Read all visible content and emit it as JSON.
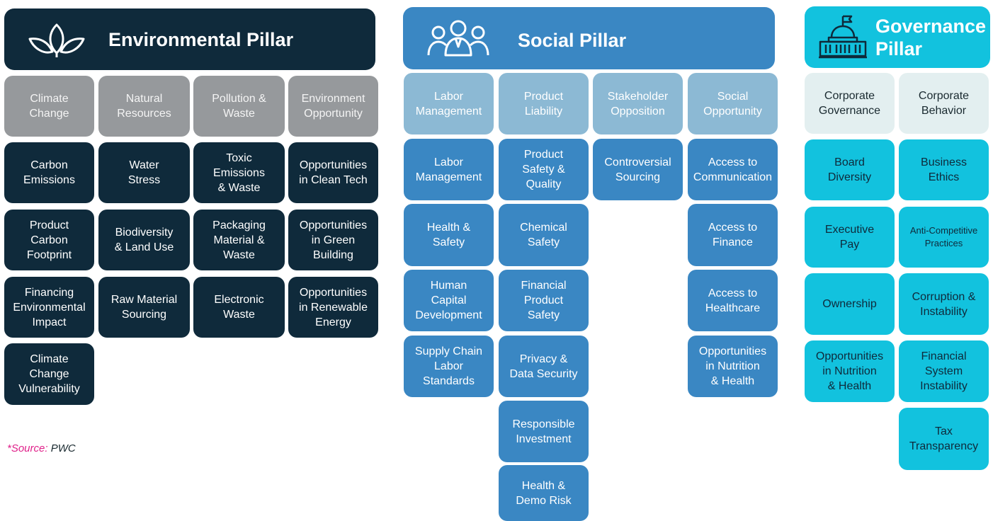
{
  "environmental": {
    "title": "Environmental Pillar",
    "icon": "leaf-icon",
    "color": "#0f2a3b",
    "columns": [
      {
        "category": "Climate\nChange",
        "items": [
          "Carbon\nEmissions",
          "Product\nCarbon\nFootprint",
          "Financing\nEnvironmental\nImpact",
          "Climate\nChange\nVulnerability"
        ]
      },
      {
        "category": "Natural\nResources",
        "items": [
          "Water\nStress",
          "Biodiversity\n& Land Use",
          "Raw Material\nSourcing"
        ]
      },
      {
        "category": "Pollution &\nWaste",
        "items": [
          "Toxic\nEmissions\n& Waste",
          "Packaging\nMaterial &\nWaste",
          "Electronic\nWaste"
        ]
      },
      {
        "category": "Environment\nOpportunity",
        "items": [
          "Opportunities\nin Clean Tech",
          "Opportunities\nin Green\nBuilding",
          "Opportunities\nin Renewable\nEnergy"
        ]
      }
    ]
  },
  "social": {
    "title": "Social Pillar",
    "icon": "people-icon",
    "color": "#3a87c3",
    "columns": [
      {
        "category": "Labor\nManagement",
        "items": [
          "Labor\nManagement",
          "Health &\nSafety",
          "Human\nCapital\nDevelopment",
          "Supply Chain\nLabor\nStandards"
        ]
      },
      {
        "category": "Product\nLiability",
        "items": [
          "Product\nSafety &\nQuality",
          "Chemical\nSafety",
          "Financial\nProduct\nSafety",
          "Privacy &\nData Security",
          "Responsible\nInvestment",
          "Health &\nDemo Risk"
        ]
      },
      {
        "category": "Stakeholder\nOpposition",
        "items": [
          "Controversial\nSourcing"
        ]
      },
      {
        "category": "Social\nOpportunity",
        "items": [
          "Access to\nCommunication",
          "Access to\nFinance",
          "Access to\nHealthcare",
          "Opportunities\nin Nutrition\n& Health"
        ]
      }
    ]
  },
  "governance": {
    "title": "Governance\nPillar",
    "icon": "government-building-icon",
    "color": "#12c2de",
    "columns": [
      {
        "category": "Corporate\nGovernance",
        "items": [
          "Board\nDiversity",
          "Executive\nPay",
          "Ownership",
          "Opportunities\nin Nutrition\n& Health"
        ]
      },
      {
        "category": "Corporate\nBehavior",
        "items": [
          "Business\nEthics",
          "Anti-Competitive\nPractices",
          "Corruption &\nInstability",
          "Financial\nSystem\nInstability",
          "Tax\nTransparency"
        ]
      }
    ]
  },
  "source": {
    "label": "*Source:",
    "value": "PWC"
  }
}
